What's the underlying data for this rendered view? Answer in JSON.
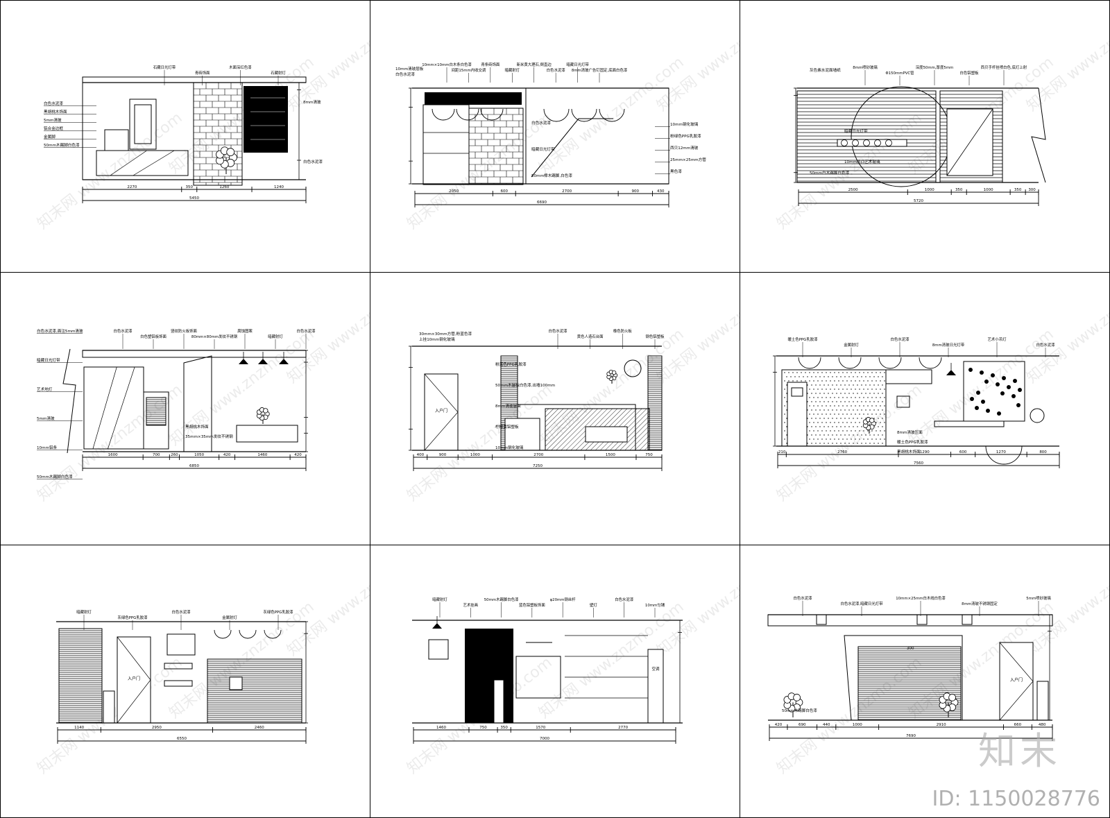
{
  "watermark": {
    "brand": "知末",
    "id": "ID: 1150028776",
    "site": "www.znzmo.com",
    "site_cn": "知末网"
  },
  "panels": [
    {
      "dims": [
        "2270",
        "350",
        "1260",
        "1240"
      ],
      "total": "5450",
      "labels_left": [
        "白色水泥漆",
        "黑胡桃木饰面",
        "5mm清玻",
        "铝合金边框",
        "金属脚",
        "50mm木踢脚白色漆"
      ],
      "labels_top": [
        "石藏日光灯带",
        "青砖饰面",
        "木面深红色漆",
        "石藏射灯"
      ],
      "labels_right": [
        "8mm清玻",
        "白色水泥漆"
      ]
    },
    {
      "dims": [
        "2050",
        "600",
        "2700",
        "900",
        "430"
      ],
      "total": "6690",
      "labels_left": [
        "10mm清玻层板",
        "白色水泥漆"
      ],
      "labels_top": [
        "10mm×10mm白木条白色漆",
        "间距15mm内收交调",
        "青条砖饰面",
        "暗藏射灯",
        "新米黄大理石,倒直边",
        "白色水泥漆",
        "暗藏日光灯带",
        "8mm清玻广告钉固定,底面白色漆"
      ],
      "labels_right": [
        "10mm钢化玻璃",
        "粉绿色PPG乳胶漆",
        "西贝12mm清玻",
        "25mm×25mm方管",
        "黑色漆"
      ],
      "labels_inner": [
        "白色水泥漆",
        "暗藏日光灯带",
        "50mm樟木踢脚,白色漆"
      ]
    },
    {
      "dims": [
        "2500",
        "1000",
        "350",
        "1000",
        "350",
        "300"
      ],
      "total": "5720",
      "labels_left": [
        "灰色素水泥面墙纸",
        "50mm白木踢脚白色漆"
      ],
      "labels_top": [
        "8mm喷砂玻璃",
        "Φ150mmPVC管",
        "深度50mm,厚度5mm",
        "白色铝塑板",
        "西贝手杆挂喷白色,底灯上射"
      ],
      "labels_inner": [
        "暗藏日光灯带",
        "10mm凹凸艺术玻璃"
      ]
    },
    {
      "dims": [
        "1600",
        "700",
        "260",
        "1050",
        "420",
        "1460",
        "420"
      ],
      "total": "6850",
      "labels_left": [
        "白色水泥漆,面注5mm清玻",
        "暗藏日光灯带",
        "艺术地灯",
        "5mm清玻",
        "10mm铝条",
        "50mm木踢脚白色漆"
      ],
      "labels_top": [
        "白色水泥漆",
        "白色塑铝板饰面",
        "竖纹防火板饰面",
        "80mm×80mm发纹不锈钢",
        "腐蚀图案",
        "暗藏射灯",
        "白色水泥漆"
      ],
      "labels_inner": [
        "黑胡桃木饰面",
        "35mm×35mm发纹不锈钢"
      ]
    },
    {
      "dims": [
        "400",
        "900",
        "1000",
        "2700",
        "1500",
        "750"
      ],
      "total": "7250",
      "labels_left": [
        "30mm×30mm方管,粉蓝色漆",
        "上挂10mm钢化玻璃"
      ],
      "labels_top": [
        "白色水泥漆",
        "黄色人造石台面",
        "橡色防火板",
        "钢色铝塑板"
      ],
      "labels_inner": [
        "入户门",
        "粉蓝色PPG乳胶漆",
        "50mm木层板白色漆,出墙100mm",
        "8mm清玻层架",
        "柠檬黄铝塑板",
        "10mm钢化玻璃"
      ]
    },
    {
      "dims": [
        "210",
        "2760",
        "1290",
        "600",
        "1270",
        "800"
      ],
      "total": "7560",
      "labels_top": [
        "暖土色PPG乳胶漆",
        "金属射灯",
        "白色水泥漆",
        "8mm清玻日光灯带",
        "艺术小吊灯",
        "白色水泥漆"
      ],
      "labels_inner": [
        "8mm清玻压面",
        "暖土色PPG乳胶漆",
        "黑胡桃木饰面"
      ]
    },
    {
      "dims": [
        "1140",
        "2950",
        "2460"
      ],
      "total": "6550",
      "labels_top": [
        "暗藏射灯",
        "灰绿色PPG乳胶漆",
        "白色水泥漆",
        "金属射灯",
        "灰绿色PPG乳胶漆"
      ],
      "labels_inner": [
        "入户门"
      ]
    },
    {
      "dims": [
        "1460",
        "750",
        "350",
        "1570",
        "2770"
      ],
      "total": "7000",
      "labels_top": [
        "暗藏射灯",
        "艺术挂画",
        "50mm木踢脚白色漆",
        "蓝色铝塑板饰面",
        "φ20mm钢丝杆",
        "壁灯",
        "白色水泥漆",
        "10mm匀铺"
      ],
      "labels_inner": [
        "空调"
      ]
    },
    {
      "dims": [
        "420",
        "690",
        "440",
        "1000",
        "2910",
        "660",
        "480"
      ],
      "total": "7690",
      "labels_top": [
        "白色水泥漆",
        "白色水泥漆,暗藏日光灯带",
        "10mm×25mm白木线白色漆",
        "8mm清玻不锈钢固定",
        "5mm喷砂玻璃"
      ],
      "labels_inner": [
        "300",
        "50mm木踢脚白色漆",
        "入户门"
      ]
    }
  ]
}
